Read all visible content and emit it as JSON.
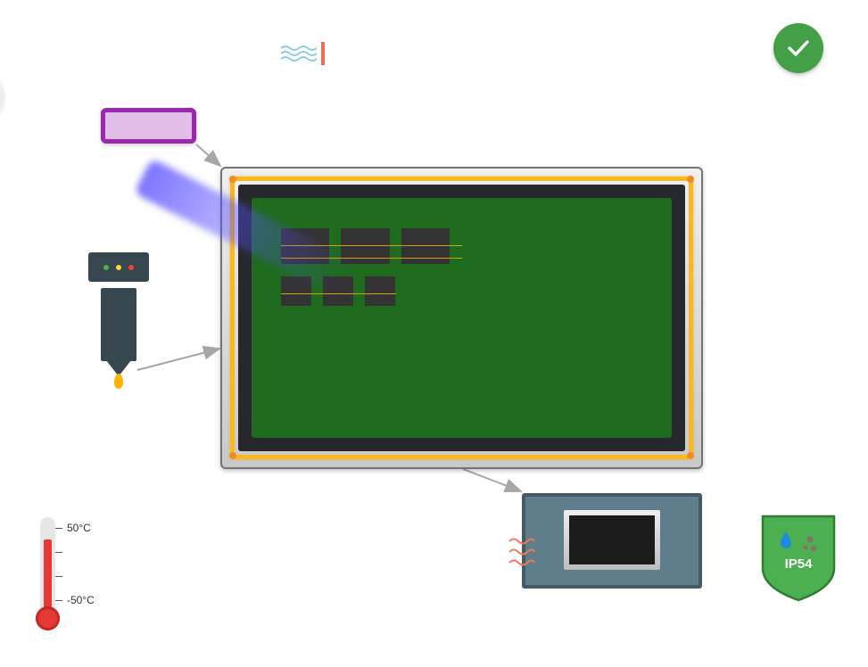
{
  "status": {
    "check_icon": "check-icon",
    "check_color": "#43a047"
  },
  "top_indicator": {
    "wave_icon": "wave-icon",
    "wave_color": "#81c7e6",
    "bar_color": "#ef6c5a"
  },
  "uv_lamp": {
    "icon": "uv-lamp-icon",
    "border_color": "#9c27b0",
    "fill_color": "#e1bee7",
    "beam_color": "#5046ff"
  },
  "spray_nozzle": {
    "icon": "nozzle-icon",
    "led_colors": [
      "#4caf50",
      "#fdd835",
      "#f44336"
    ],
    "droplet_color": "#ffb300"
  },
  "display_panel": {
    "screen_color": "#1e6b1e",
    "gasket_color": "#f9b81b",
    "bezel_color": "#26282d"
  },
  "controller": {
    "body_color": "#607d8b",
    "heat_icon": "heat-waves-icon",
    "heat_color": "#ef7a5c"
  },
  "ip_rating": {
    "label": "IP54",
    "shield_color": "#4caf50",
    "water_icon": "water-drop-icon",
    "dust_icon": "dust-particles-icon"
  },
  "temperature": {
    "high_label": "50°C",
    "low_label": "-50°C",
    "fill_color": "#e53935"
  }
}
